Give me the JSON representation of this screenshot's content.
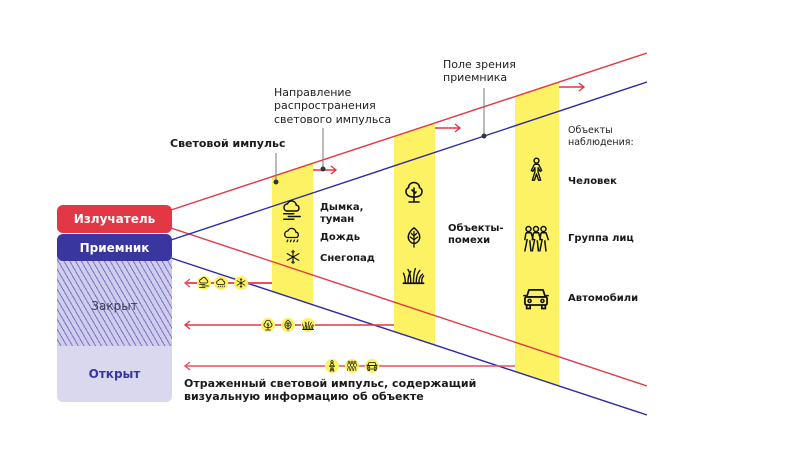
{
  "colors": {
    "emitter": "#e23744",
    "receiver": "#3a36a0",
    "closed_fill": "#cfcdeb",
    "open_fill": "#d9d8ee",
    "band": "#fcf264",
    "beam_red": "#e23744",
    "beam_blue": "#2b2aa5",
    "return_arrow": "#e8505c"
  },
  "device": {
    "emitter_label": "Излучатель",
    "receiver_label": "Приемник",
    "closed_label": "Закрыт",
    "open_label": "Открыт"
  },
  "annotations": {
    "light_pulse": "Световой импульс",
    "direction": [
      "Направление",
      "распространения",
      "светового импульса"
    ],
    "field_of_view": [
      "Поле зрения",
      "приемника"
    ],
    "reflected": [
      "Отраженный световой импульс, содержащий",
      "визуальную информацию об объекте"
    ]
  },
  "zones": [
    {
      "name": "weather",
      "items": [
        {
          "icon": "fog-icon",
          "label_lines": [
            "Дымка,",
            "туман"
          ]
        },
        {
          "icon": "rain-icon",
          "label_lines": [
            "Дождь"
          ]
        },
        {
          "icon": "snowflake-icon",
          "label_lines": [
            "Снегопад"
          ]
        }
      ]
    },
    {
      "name": "interference",
      "title_lines": [
        "Объекты-",
        "помехи"
      ],
      "items": [
        {
          "icon": "tree-icon"
        },
        {
          "icon": "leaf-icon"
        },
        {
          "icon": "grass-icon"
        }
      ]
    },
    {
      "name": "observation",
      "title_lines": [
        "Объекты",
        "наблюдения:"
      ],
      "items": [
        {
          "icon": "person-icon",
          "label_lines": [
            "Человек"
          ]
        },
        {
          "icon": "group-icon",
          "label_lines": [
            "Группа лиц"
          ]
        },
        {
          "icon": "car-icon",
          "label_lines": [
            "Автомобили"
          ]
        }
      ]
    }
  ],
  "return_arrows": [
    {
      "icons": [
        "fog-icon",
        "rain-icon",
        "snowflake-icon"
      ]
    },
    {
      "icons": [
        "tree-icon",
        "leaf-icon",
        "grass-icon"
      ]
    },
    {
      "icons": [
        "person-icon",
        "group-icon",
        "car-icon"
      ]
    }
  ]
}
